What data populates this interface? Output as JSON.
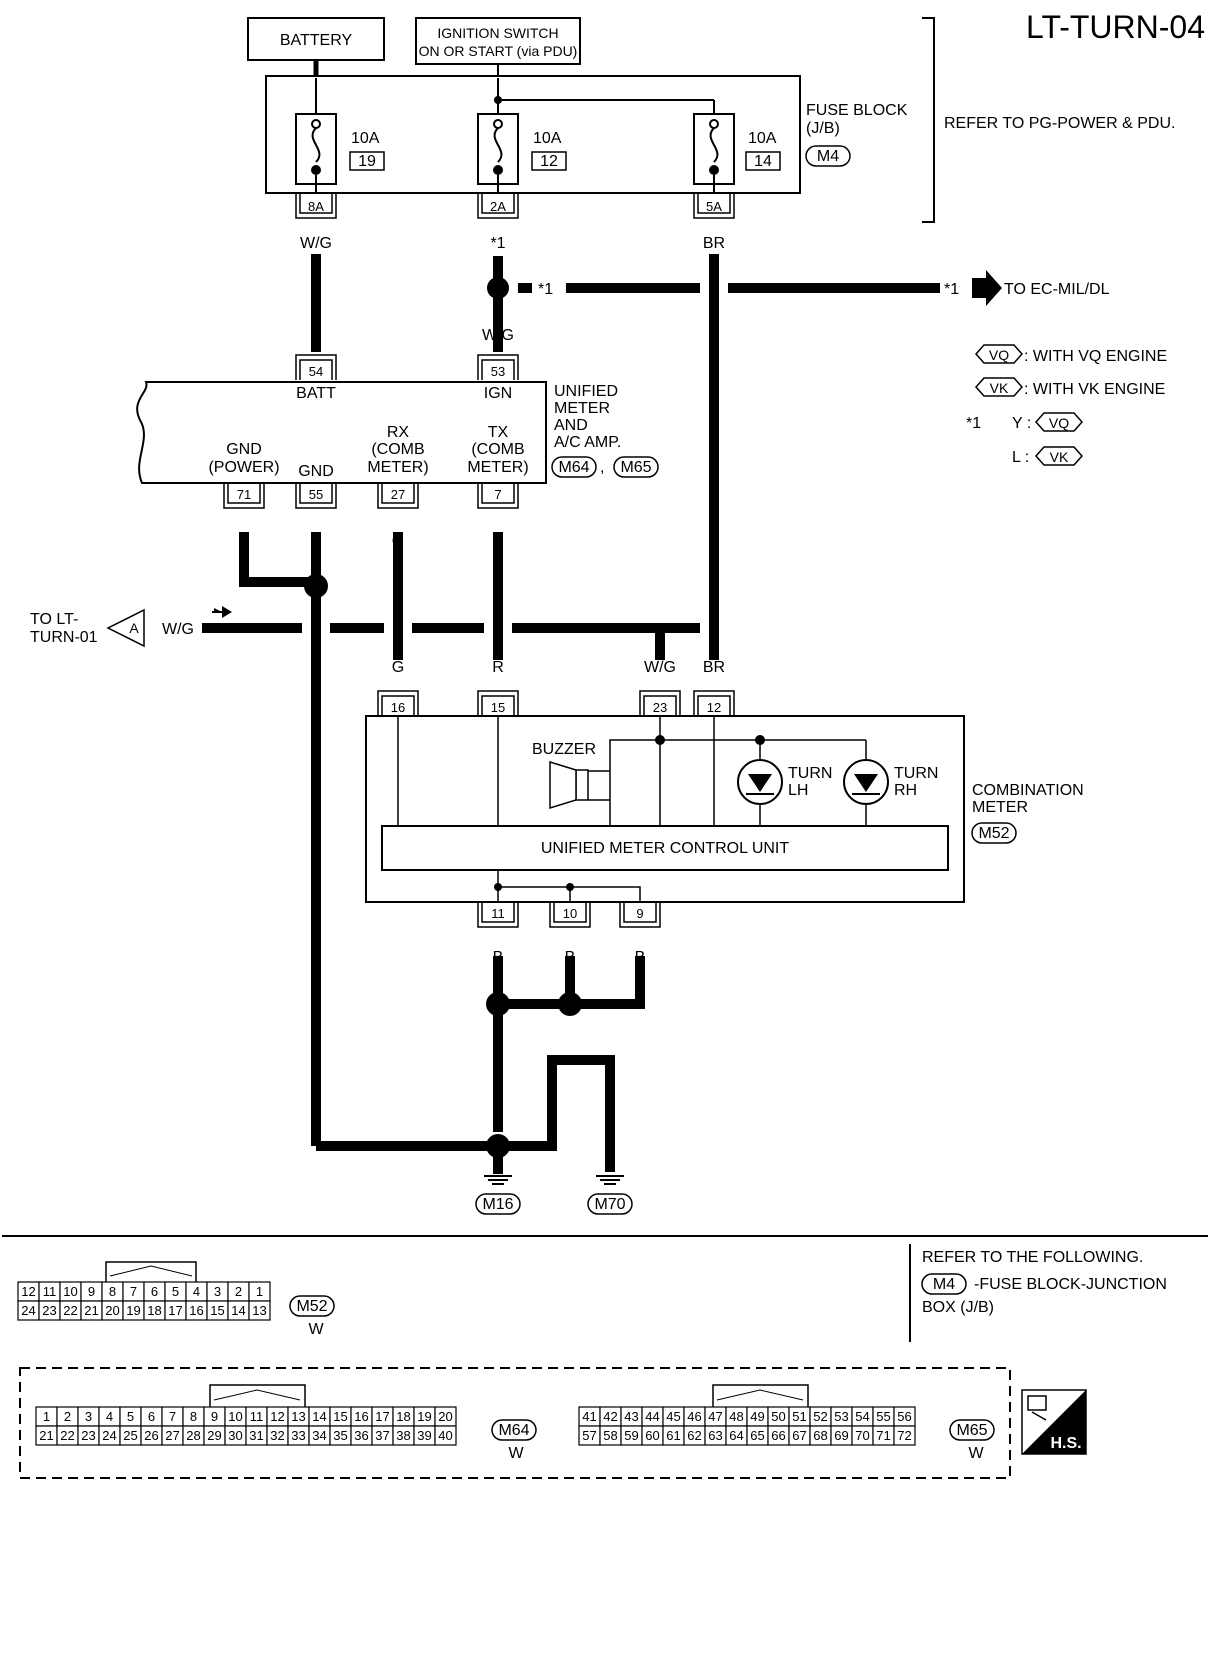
{
  "title": "LT-TURN-04",
  "top": {
    "battery": "BATTERY",
    "ign_line1": "IGNITION SWITCH",
    "ign_line2": "ON OR START (via PDU)"
  },
  "fuse_block": {
    "label1": "FUSE BLOCK",
    "label2": "(J/B)",
    "conn": "M4",
    "refer": "REFER TO PG-POWER & PDU.",
    "fuses": [
      {
        "amp": "10A",
        "num": "19",
        "term": "8A"
      },
      {
        "amp": "10A",
        "num": "12",
        "term": "2A"
      },
      {
        "amp": "10A",
        "num": "14",
        "term": "5A"
      }
    ]
  },
  "wires": {
    "wg": "W/G",
    "br": "BR",
    "g": "G",
    "r": "R",
    "b": "B",
    "star1": "*1"
  },
  "to_ec": "TO EC-MIL/DL",
  "legend": {
    "vq_tag": "VQ",
    "vq_text": ": WITH VQ ENGINE",
    "vk_tag": "VK",
    "vk_text": ": WITH VK ENGINE",
    "star": "*1",
    "y_label": "Y :",
    "l_label": "L :"
  },
  "unified_meter": {
    "l1": "UNIFIED",
    "l2": "METER",
    "l3": "AND",
    "l4": "A/C AMP.",
    "conn1": "M64",
    "conn2": "M65",
    "top_pins": [
      {
        "num": "54",
        "label": "BATT"
      },
      {
        "num": "53",
        "label": "IGN"
      }
    ],
    "bottom_pins": [
      {
        "num": "71",
        "l1": "GND",
        "l2": "(POWER)"
      },
      {
        "num": "55",
        "l1": "",
        "l2": "GND"
      },
      {
        "num": "27",
        "l1": "RX",
        "l2": "(COMB",
        "l3": "METER)"
      },
      {
        "num": "7",
        "l1": "TX",
        "l2": "(COMB",
        "l3": "METER)"
      }
    ]
  },
  "to_lt_turn": {
    "l1": "TO LT-",
    "l2": "TURN-01",
    "tag": "A"
  },
  "combination_meter": {
    "l1": "COMBINATION",
    "l2": "METER",
    "conn": "M52",
    "top_pins": [
      "16",
      "15",
      "23",
      "12"
    ],
    "bottom_pins": [
      "11",
      "10",
      "9"
    ],
    "buzzer": "BUZZER",
    "turn_lh_1": "TURN",
    "turn_lh_2": "LH",
    "turn_rh_1": "TURN",
    "turn_rh_2": "RH",
    "control_unit": "UNIFIED METER CONTROL UNIT"
  },
  "grounds": [
    "M16",
    "M70"
  ],
  "refer_following": {
    "l1": "REFER TO THE FOLLOWING.",
    "conn": "M4",
    "l2": "-FUSE BLOCK-JUNCTION",
    "l3": "BOX (J/B)"
  },
  "connectors": {
    "m52": {
      "name": "M52",
      "color": "W",
      "row1": [
        "12",
        "11",
        "10",
        "9",
        "8",
        "7",
        "6",
        "5",
        "4",
        "3",
        "2",
        "1"
      ],
      "row2": [
        "24",
        "23",
        "22",
        "21",
        "20",
        "19",
        "18",
        "17",
        "16",
        "15",
        "14",
        "13"
      ]
    },
    "m64": {
      "name": "M64",
      "color": "W",
      "row1": [
        "1",
        "2",
        "3",
        "4",
        "5",
        "6",
        "7",
        "8",
        "9",
        "10",
        "11",
        "12",
        "13",
        "14",
        "15",
        "16",
        "17",
        "18",
        "19",
        "20"
      ],
      "row2": [
        "21",
        "22",
        "23",
        "24",
        "25",
        "26",
        "27",
        "28",
        "29",
        "30",
        "31",
        "32",
        "33",
        "34",
        "35",
        "36",
        "37",
        "38",
        "39",
        "40"
      ]
    },
    "m65": {
      "name": "M65",
      "color": "W",
      "row1": [
        "41",
        "42",
        "43",
        "44",
        "45",
        "46",
        "47",
        "48",
        "49",
        "50",
        "51",
        "52",
        "53",
        "54",
        "55",
        "56"
      ],
      "row2": [
        "57",
        "58",
        "59",
        "60",
        "61",
        "62",
        "63",
        "64",
        "65",
        "66",
        "67",
        "68",
        "69",
        "70",
        "71",
        "72"
      ]
    }
  },
  "hs_badge": "H.S."
}
